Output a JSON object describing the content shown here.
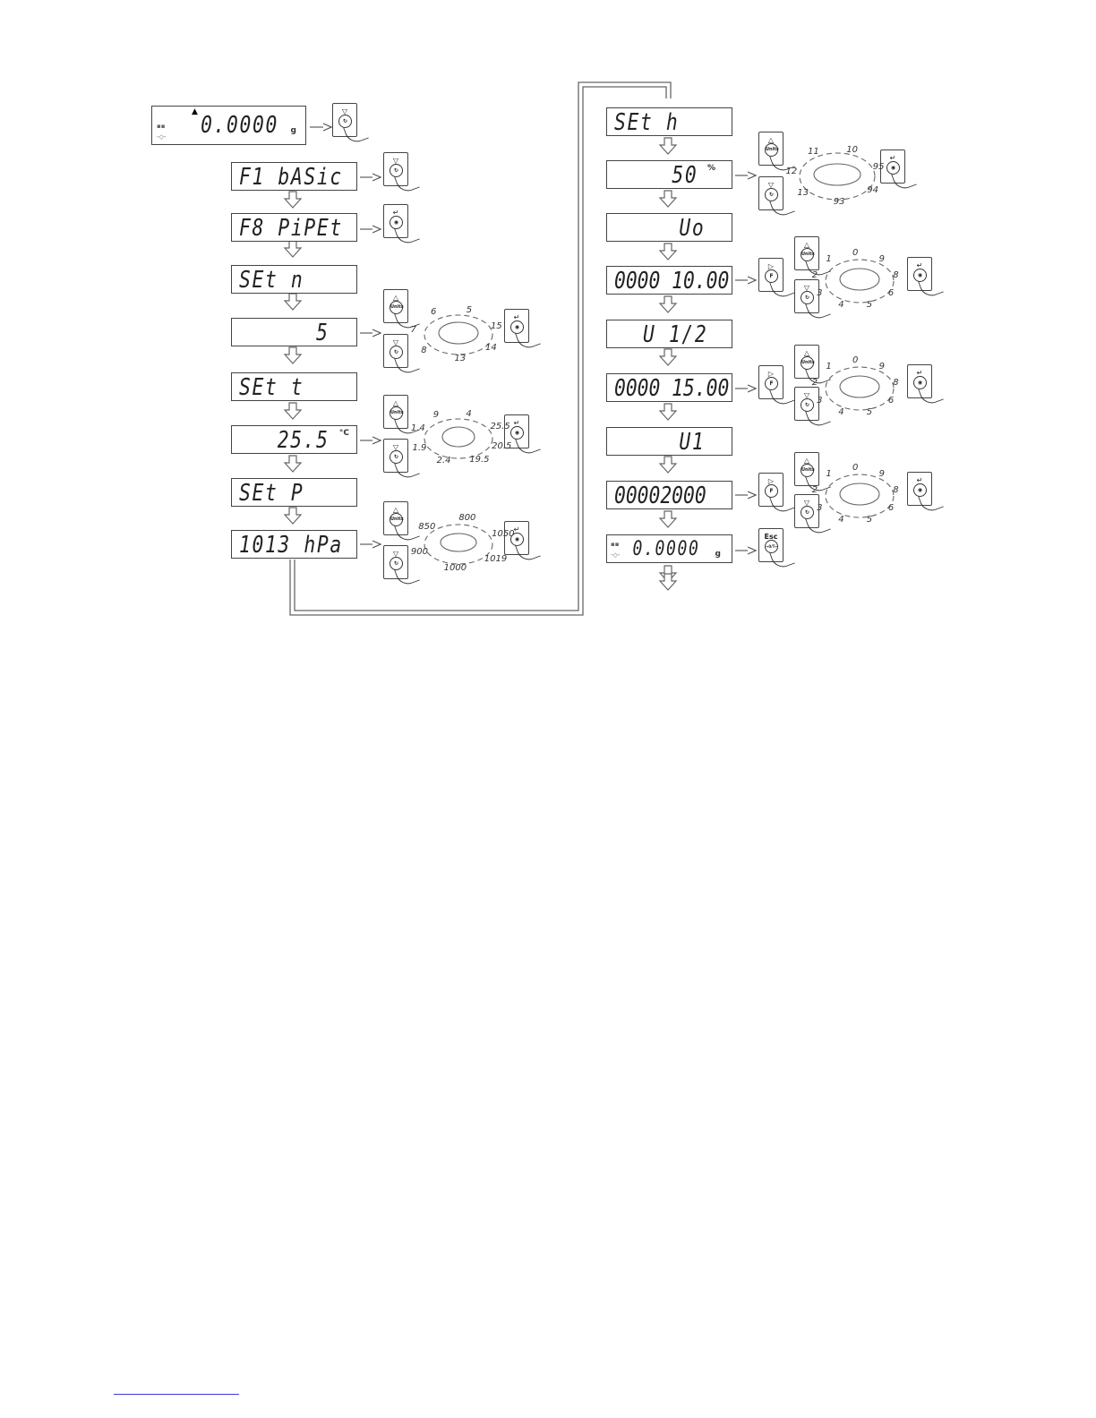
{
  "displays": {
    "start": {
      "value": "0.0000",
      "unit": "g"
    },
    "f1": "F1 bASic",
    "f8": "F8 PiPEt",
    "set_n": "SEt n",
    "n_value": "5",
    "set_t": "SEt t",
    "t_value": "25.5",
    "t_unit": "°C",
    "set_p": "SEt P",
    "p_value": "1013 hPa",
    "set_h": "SEt h",
    "h_value": "50",
    "h_unit": "%",
    "uo": "Uo",
    "uo_value": "0000 10.00",
    "u12": "U 1/2",
    "u12_value": "0000 15.00",
    "u1": "U1",
    "u1_value": "00002000",
    "end": {
      "value": "0.0000",
      "unit": "g"
    }
  },
  "buttons": {
    "units_label": "Units",
    "f_label": "F",
    "esc_label": "Esc",
    "zero_tare_label": "→0/T←"
  },
  "cycles": {
    "n": [
      "6",
      "5",
      "15",
      "14",
      "13",
      "8",
      "7"
    ],
    "t": [
      "9",
      "4",
      "25.5",
      "20.5",
      "19.5",
      "2.4",
      "1.9",
      "1.4"
    ],
    "p": [
      "800",
      "1050",
      "1019",
      "1000",
      "900",
      "850"
    ],
    "h": [
      "11",
      "10",
      "95",
      "94",
      "93",
      "13",
      "12"
    ],
    "digits": [
      "1",
      "0",
      "9",
      "8",
      "6",
      "5",
      "4",
      "3",
      "2"
    ]
  },
  "icons": [
    "scroll-down-button-icon",
    "enter-button-icon",
    "units-up-button-icon",
    "f-cursor-button-icon",
    "esc-zero-tare-button-icon",
    "flow-arrow-icon"
  ]
}
